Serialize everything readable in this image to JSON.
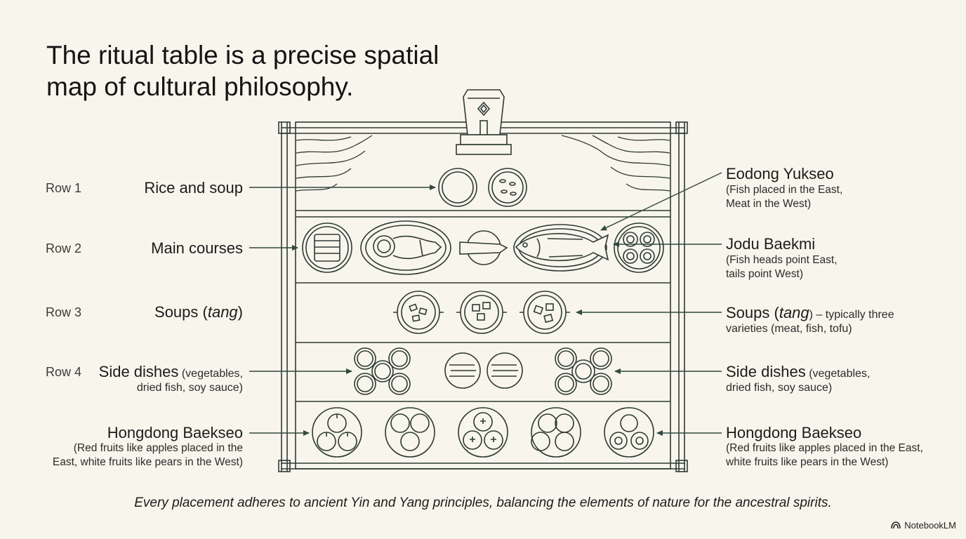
{
  "title": "The ritual table is a precise spatial map of cultural philosophy.",
  "rows": [
    {
      "label": "Row 1",
      "left": "Rice and soup"
    },
    {
      "label": "Row 2",
      "left": "Main courses"
    },
    {
      "label": "Row 3",
      "left_main": "Soups (",
      "left_italic": "tang",
      "left_end": ")"
    },
    {
      "label": "Row 4",
      "left_main": "Side dishes",
      "left_small": " (vegetables,",
      "left_line2": "dried fish, soy sauce)"
    }
  ],
  "bottom_left": {
    "title": "Hongdong Baekseo",
    "line1": "(Red fruits like apples placed in the",
    "line2": "East, white fruits like pears in the West)"
  },
  "right": {
    "eodong": {
      "title": "Eodong Yukseo",
      "line1": "(Fish placed in the East,",
      "line2": "Meat in the West)"
    },
    "jodu": {
      "title": "Jodu Baekmi",
      "line1": "(Fish heads point East,",
      "line2": "tails point West)"
    },
    "soups": {
      "main": "Soups (",
      "italic": "tang",
      "end": ") – typically three",
      "line2": "varieties (meat, fish, tofu)"
    },
    "side": {
      "main": "Side dishes",
      "small": " (vegetables,",
      "line2": "dried fish, soy sauce)"
    },
    "hongdong": {
      "title": "Hongdong Baekseo",
      "line1": "(Red fruits like apples placed in the East,",
      "line2": "white fruits like pears in the West)"
    }
  },
  "footer": "Every placement adheres to ancient Yin and Yang principles, balancing the elements of nature for the ancestral spirits.",
  "brand": "NotebookLM",
  "colors": {
    "background": "#f8f5ec",
    "line": "#2d3b34",
    "arrow": "#2f4a3e"
  }
}
